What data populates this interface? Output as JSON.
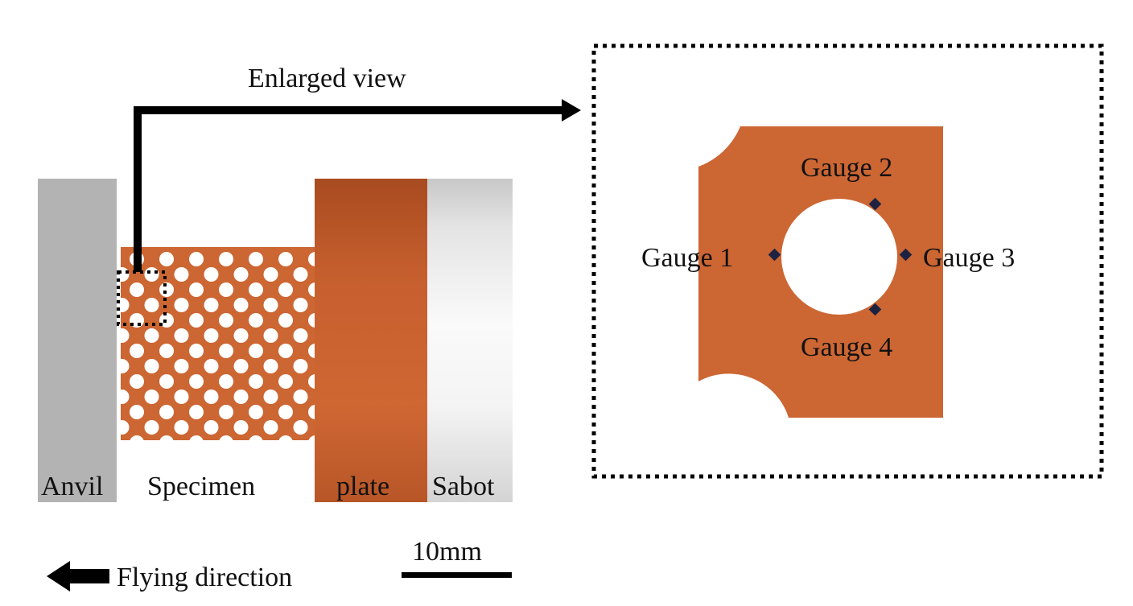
{
  "labels": {
    "enlarged_view": "Enlarged view",
    "anvil": "Anvil",
    "specimen": "Specimen",
    "plate": "plate",
    "sabot": "Sabot",
    "scale": "10mm",
    "flying_direction": "Flying direction",
    "gauge1": "Gauge 1",
    "gauge2": "Gauge 2",
    "gauge3": "Gauge 3",
    "gauge4": "Gauge 4"
  },
  "colors": {
    "copper": "#cc6633",
    "plate_dark": "#a54a1f",
    "anvil": "#b3b3b3",
    "sabot": "#e6e6e6",
    "gauge_marker": "#1c2240",
    "line": "#000000"
  }
}
